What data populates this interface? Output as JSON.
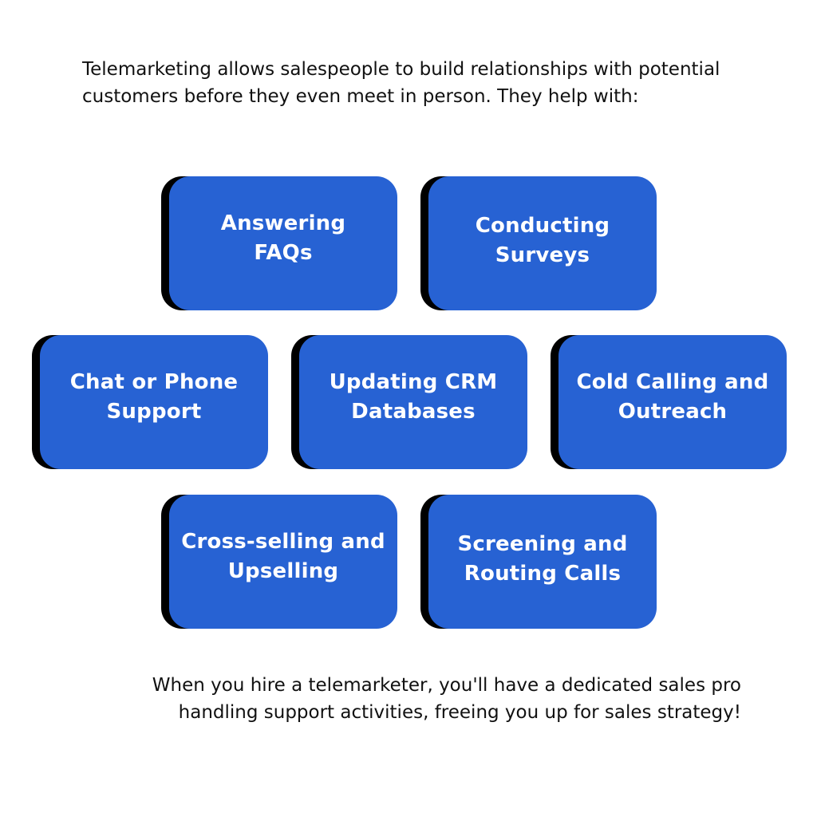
{
  "intro_text": "Telemarketing allows salespeople to build relationships with potential customers before they even meet in person. They help with:",
  "cards": [
    {
      "line1": "Answering",
      "line2": "FAQs"
    },
    {
      "line1": "Conducting",
      "line2": "Surveys"
    },
    {
      "line1": "Chat or Phone",
      "line2": "Support"
    },
    {
      "line1": "Updating CRM",
      "line2": "Databases"
    },
    {
      "line1": "Cold Calling and",
      "line2": "Outreach"
    },
    {
      "line1": "Cross-selling and",
      "line2": "Upselling"
    },
    {
      "line1": "Screening and",
      "line2": "Routing Calls"
    }
  ],
  "outro_text": "When you hire a telemarketer, you'll have a dedicated sales pro handling support activities, freeing you up for sales strategy!",
  "colors": {
    "card_fill": "#2762D3",
    "card_shadow": "#000000",
    "card_text": "#ffffff",
    "body_text": "#111111",
    "background": "#ffffff"
  }
}
